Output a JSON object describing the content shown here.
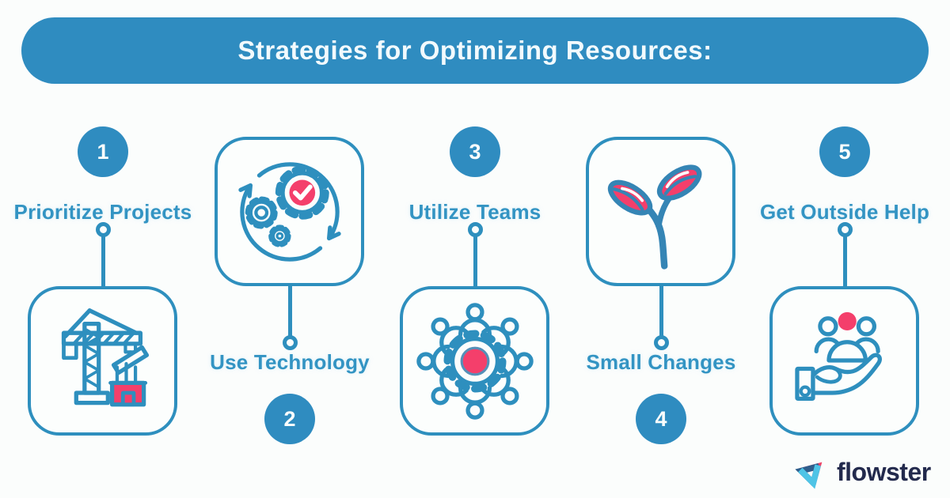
{
  "header": {
    "title": "Strategies for Optimizing Resources:"
  },
  "colors": {
    "primary_blue": "#2F8CC0",
    "stroke_blue": "#2E8FBE",
    "label_blue": "#3394C3",
    "accent_pink": "#F43F6B",
    "background": "#FBFDFC",
    "logo_navy": "#232A4D",
    "logo_red": "#EF4266",
    "logo_dark_blue": "#2F5E8C",
    "logo_cyan": "#4FC4E6"
  },
  "steps": [
    {
      "number": "1",
      "label": "Prioritize Projects",
      "icon": "construction-crane-icon",
      "layout": "badge-top"
    },
    {
      "number": "2",
      "label": "Use Technology",
      "icon": "gears-cycle-icon",
      "layout": "badge-bottom"
    },
    {
      "number": "3",
      "label": "Utilize Teams",
      "icon": "team-gear-icon",
      "layout": "badge-top"
    },
    {
      "number": "4",
      "label": "Small Changes",
      "icon": "sprout-icon",
      "layout": "badge-bottom"
    },
    {
      "number": "5",
      "label": "Get Outside Help",
      "icon": "helping-hand-icon",
      "layout": "badge-top"
    }
  ],
  "footer": {
    "brand": "flowster"
  }
}
